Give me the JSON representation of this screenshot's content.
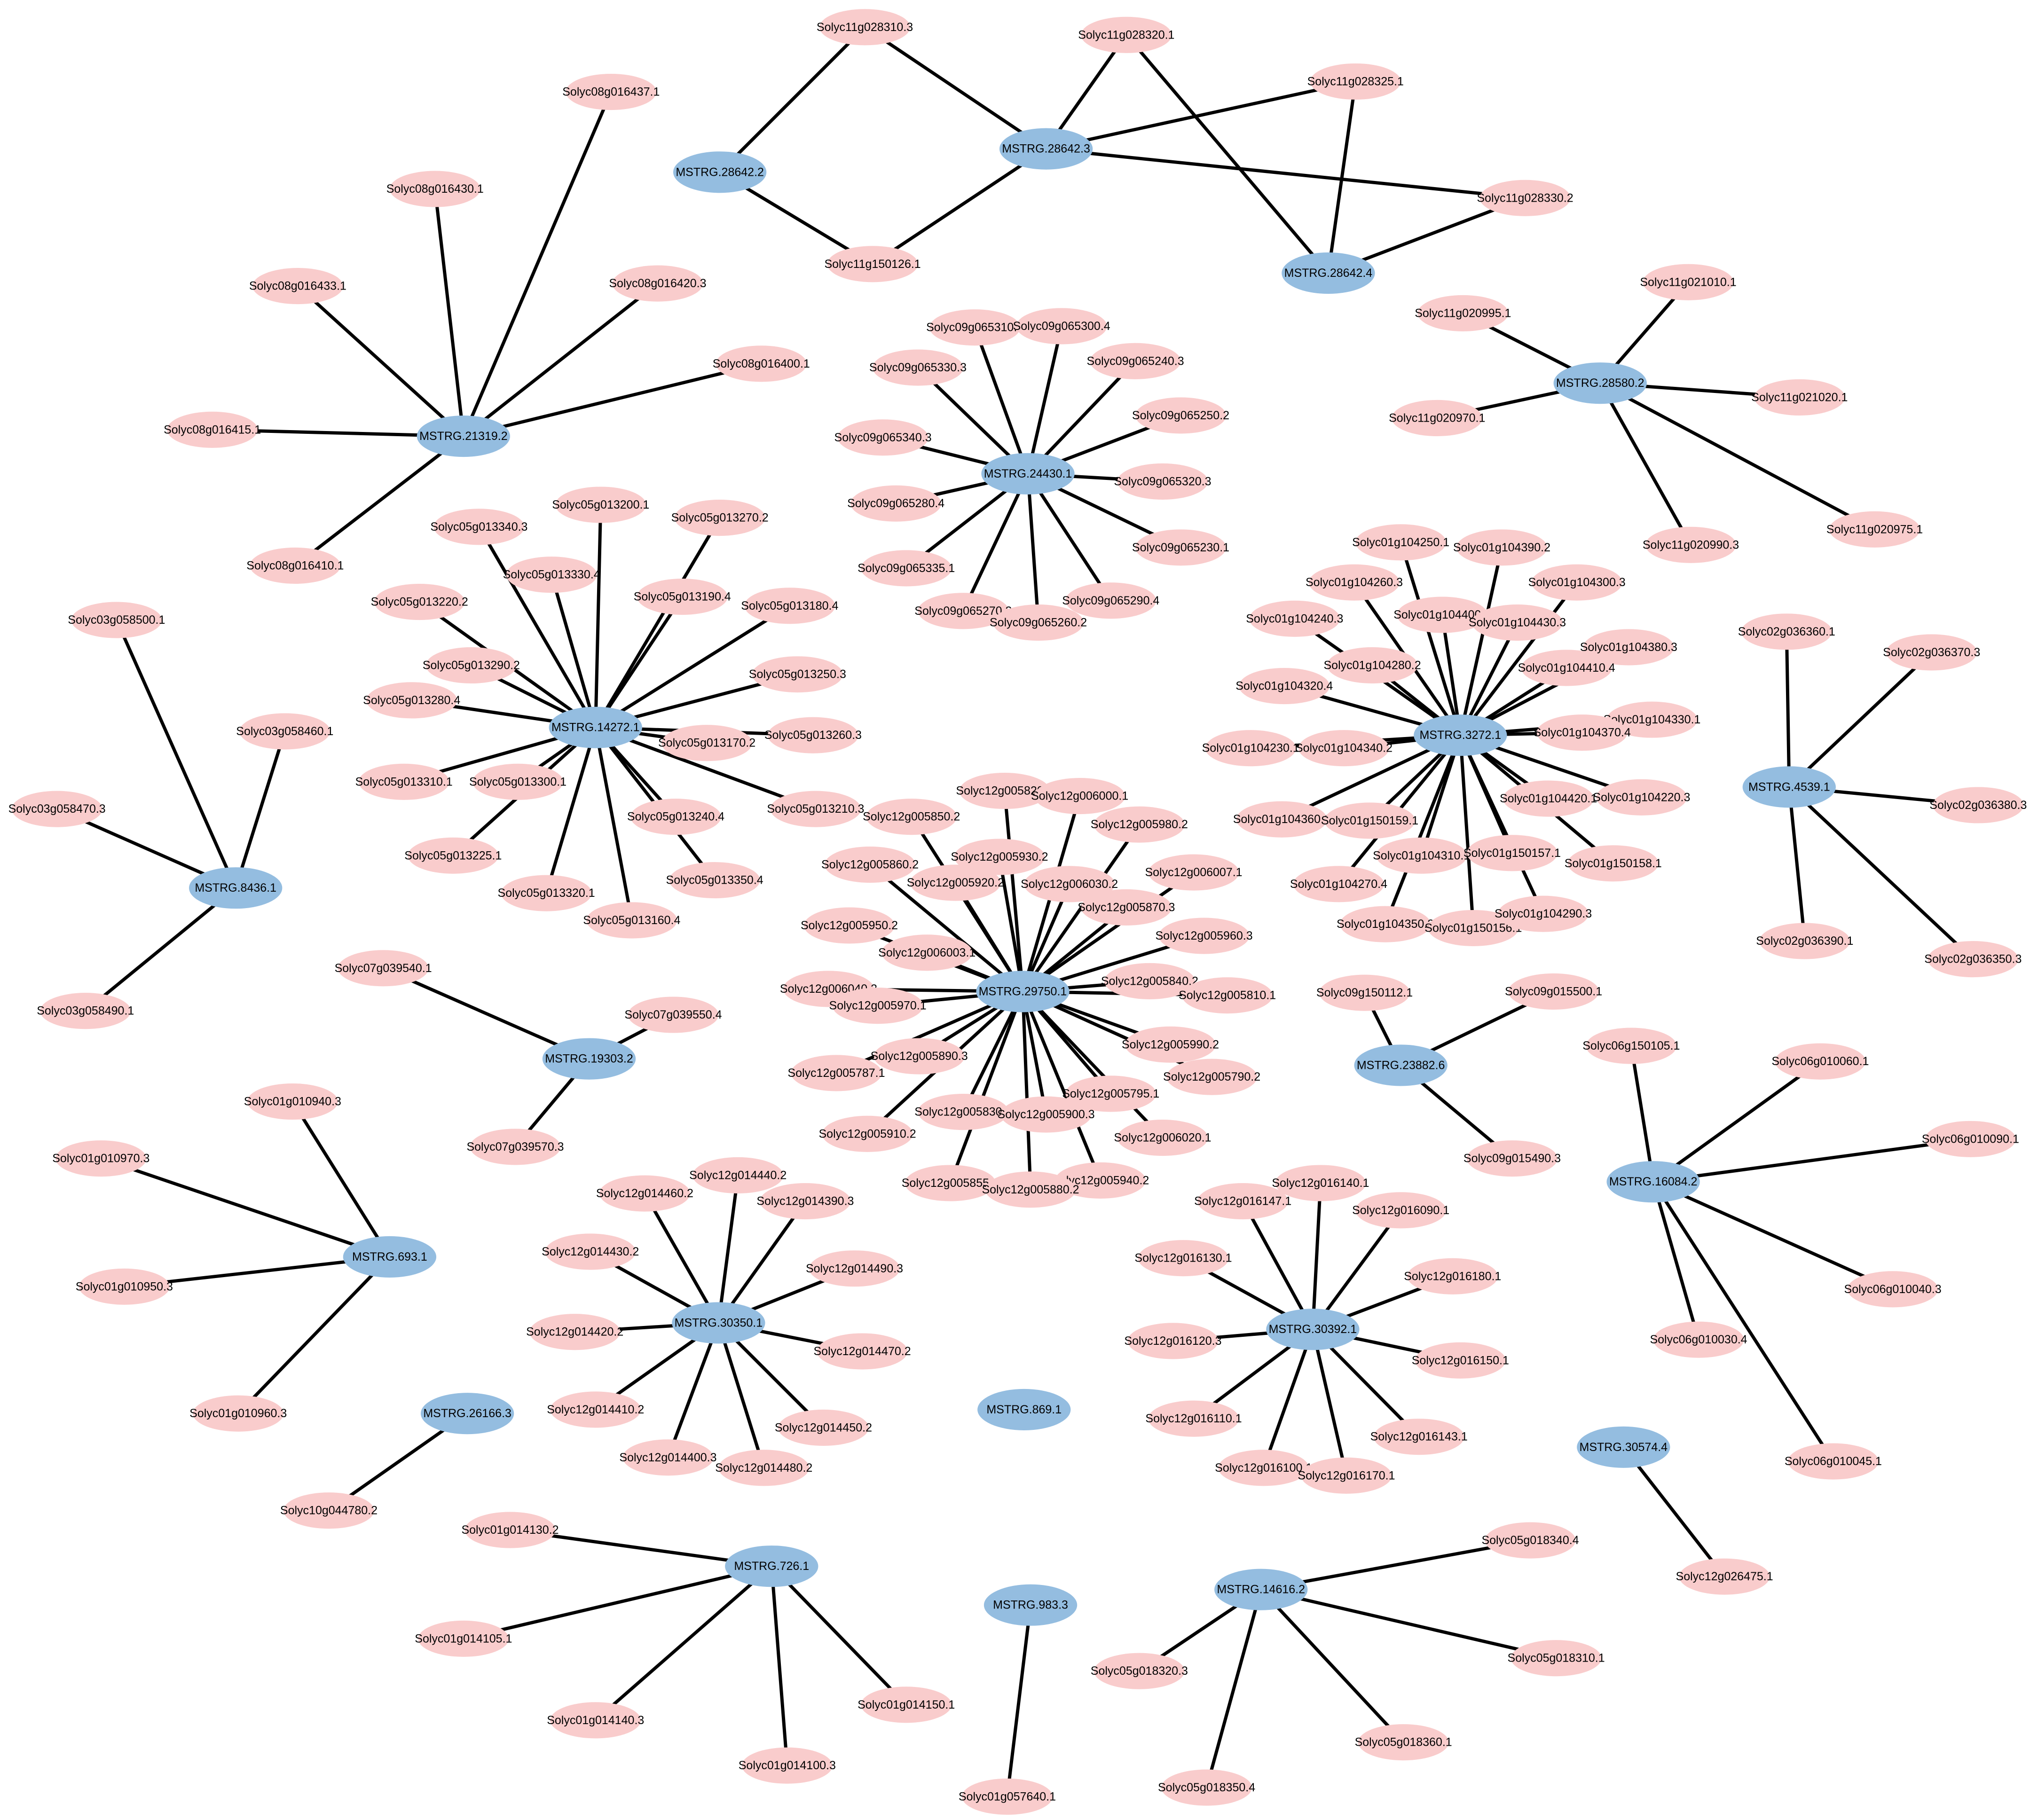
{
  "colors": {
    "hub": "#94bde0",
    "gene": "#f9cccc",
    "edge": "#000000",
    "background": "#ffffff"
  },
  "clusters": [
    {
      "hub": "MSTRG.28642.2",
      "targets": [
        "Solyc11g028310.3",
        "Solyc11g150126.1"
      ]
    },
    {
      "hub": "MSTRG.28642.3",
      "targets": [
        "Solyc11g028310.3",
        "Solyc11g028320.1",
        "Solyc11g028325.1",
        "Solyc11g028330.2",
        "Solyc11g150126.1"
      ]
    },
    {
      "hub": "MSTRG.28642.4",
      "targets": [
        "Solyc11g028320.1",
        "Solyc11g028325.1",
        "Solyc11g028330.2"
      ]
    },
    {
      "hub": "MSTRG.21319.2",
      "targets": [
        "Solyc08g016437.1",
        "Solyc08g016430.1",
        "Solyc08g016433.1",
        "Solyc08g016420.3",
        "Solyc08g016400.1",
        "Solyc08g016415.1",
        "Solyc08g016410.1"
      ]
    },
    {
      "hub": "MSTRG.24430.1",
      "targets": [
        "Solyc09g065310.1",
        "Solyc09g065300.4",
        "Solyc09g065330.3",
        "Solyc09g065240.3",
        "Solyc09g065250.2",
        "Solyc09g065340.3",
        "Solyc09g065320.3",
        "Solyc09g065280.4",
        "Solyc09g065230.1",
        "Solyc09g065335.1",
        "Solyc09g065290.4",
        "Solyc09g065270.3",
        "Solyc09g065260.2"
      ]
    },
    {
      "hub": "MSTRG.28580.2",
      "targets": [
        "Solyc11g021010.1",
        "Solyc11g020995.1",
        "Solyc11g021020.1",
        "Solyc11g020970.1",
        "Solyc11g020990.3",
        "Solyc11g020975.1"
      ]
    },
    {
      "hub": "MSTRG.14272.1",
      "targets": [
        "Solyc05g013200.1",
        "Solyc05g013270.2",
        "Solyc05g013340.3",
        "Solyc05g013330.4",
        "Solyc05g013190.4",
        "Solyc05g013180.4",
        "Solyc05g013220.2",
        "Solyc05g013290.2",
        "Solyc05g013250.3",
        "Solyc05g013280.4",
        "Solyc05g013170.2",
        "Solyc05g013260.3",
        "Solyc05g013310.1",
        "Solyc05g013300.1",
        "Solyc05g013210.3",
        "Solyc05g013240.4",
        "Solyc05g013225.1",
        "Solyc05g013350.4",
        "Solyc05g013320.1",
        "Solyc05g013160.4"
      ]
    },
    {
      "hub": "MSTRG.3272.1",
      "targets": [
        "Solyc01g104250.1",
        "Solyc01g104390.2",
        "Solyc01g104260.3",
        "Solyc01g104300.3",
        "Solyc01g104400.1",
        "Solyc01g104430.3",
        "Solyc01g104240.3",
        "Solyc01g104380.3",
        "Solyc01g104280.2",
        "Solyc01g104410.4",
        "Solyc01g104320.4",
        "Solyc01g104330.1",
        "Solyc01g104230.1",
        "Solyc01g104340.2",
        "Solyc01g104370.4",
        "Solyc01g104360.1",
        "Solyc01g150159.1",
        "Solyc01g104420.1",
        "Solyc01g104220.3",
        "Solyc01g104310.1",
        "Solyc01g150157.1",
        "Solyc01g150158.1",
        "Solyc01g104270.4",
        "Solyc01g104350.3",
        "Solyc01g150156.1",
        "Solyc01g104290.3"
      ]
    },
    {
      "hub": "MSTRG.8436.1",
      "targets": [
        "Solyc03g058500.1",
        "Solyc03g058460.1",
        "Solyc03g058470.3",
        "Solyc03g058490.1"
      ]
    },
    {
      "hub": "MSTRG.4539.1",
      "targets": [
        "Solyc02g036360.1",
        "Solyc02g036370.3",
        "Solyc02g036380.3",
        "Solyc02g036390.1",
        "Solyc02g036350.3"
      ]
    },
    {
      "hub": "MSTRG.29750.1",
      "targets": [
        "Solyc12g005820.1",
        "Solyc12g006000.1",
        "Solyc12g005850.2",
        "Solyc12g005980.2",
        "Solyc12g005860.2",
        "Solyc12g005930.2",
        "Solyc12g006007.1",
        "Solyc12g005920.2",
        "Solyc12g006030.2",
        "Solyc12g005870.3",
        "Solyc12g005950.2",
        "Solyc12g005960.3",
        "Solyc12g006003.1",
        "Solyc12g005840.2",
        "Solyc12g006040.3",
        "Solyc12g005810.1",
        "Solyc12g005970.1",
        "Solyc12g005990.2",
        "Solyc12g005890.3",
        "Solyc12g005790.2",
        "Solyc12g005787.1",
        "Solyc12g005795.1",
        "Solyc12g005830.2",
        "Solyc12g005900.3",
        "Solyc12g005910.2",
        "Solyc12g006020.1",
        "Solyc12g005940.2",
        "Solyc12g005855.1",
        "Solyc12g005880.2"
      ]
    },
    {
      "hub": "MSTRG.19303.2",
      "targets": [
        "Solyc07g039540.1",
        "Solyc07g039550.4",
        "Solyc07g039570.3"
      ]
    },
    {
      "hub": "MSTRG.23882.6",
      "targets": [
        "Solyc09g150112.1",
        "Solyc09g015500.1",
        "Solyc09g015490.3"
      ]
    },
    {
      "hub": "MSTRG.693.1",
      "targets": [
        "Solyc01g010940.3",
        "Solyc01g010970.3",
        "Solyc01g010950.3",
        "Solyc01g010960.3"
      ]
    },
    {
      "hub": "MSTRG.16084.2",
      "targets": [
        "Solyc06g150105.1",
        "Solyc06g010060.1",
        "Solyc06g010090.1",
        "Solyc06g010040.3",
        "Solyc06g010030.4",
        "Solyc06g010045.1"
      ]
    },
    {
      "hub": "MSTRG.30350.1",
      "targets": [
        "Solyc12g014440.2",
        "Solyc12g014460.2",
        "Solyc12g014390.3",
        "Solyc12g014430.2",
        "Solyc12g014490.3",
        "Solyc12g014420.2",
        "Solyc12g014470.2",
        "Solyc12g014410.2",
        "Solyc12g014450.2",
        "Solyc12g014400.3",
        "Solyc12g014480.2"
      ]
    },
    {
      "hub": "MSTRG.30392.1",
      "targets": [
        "Solyc12g016140.1",
        "Solyc12g016147.1",
        "Solyc12g016090.1",
        "Solyc12g016130.1",
        "Solyc12g016180.1",
        "Solyc12g016120.3",
        "Solyc12g016150.1",
        "Solyc12g016110.1",
        "Solyc12g016143.1",
        "Solyc12g016100.1",
        "Solyc12g016170.1"
      ]
    },
    {
      "hub": "MSTRG.26166.3",
      "targets": [
        "Solyc10g044780.2"
      ]
    },
    {
      "hub": "MSTRG.869.1",
      "targets": []
    },
    {
      "hub": "MSTRG.30574.4",
      "targets": [
        "Solyc12g026475.1"
      ]
    },
    {
      "hub": "MSTRG.726.1",
      "targets": [
        "Solyc01g014130.2",
        "Solyc01g014105.1",
        "Solyc01g014140.3",
        "Solyc01g014150.1",
        "Solyc01g014100.3"
      ]
    },
    {
      "hub": "MSTRG.983.3",
      "targets": [
        "Solyc01g057640.1"
      ]
    },
    {
      "hub": "MSTRG.14616.2",
      "targets": [
        "Solyc05g018340.4",
        "Solyc05g018320.3",
        "Solyc05g018310.1",
        "Solyc05g018360.1",
        "Solyc05g018350.4"
      ]
    }
  ]
}
